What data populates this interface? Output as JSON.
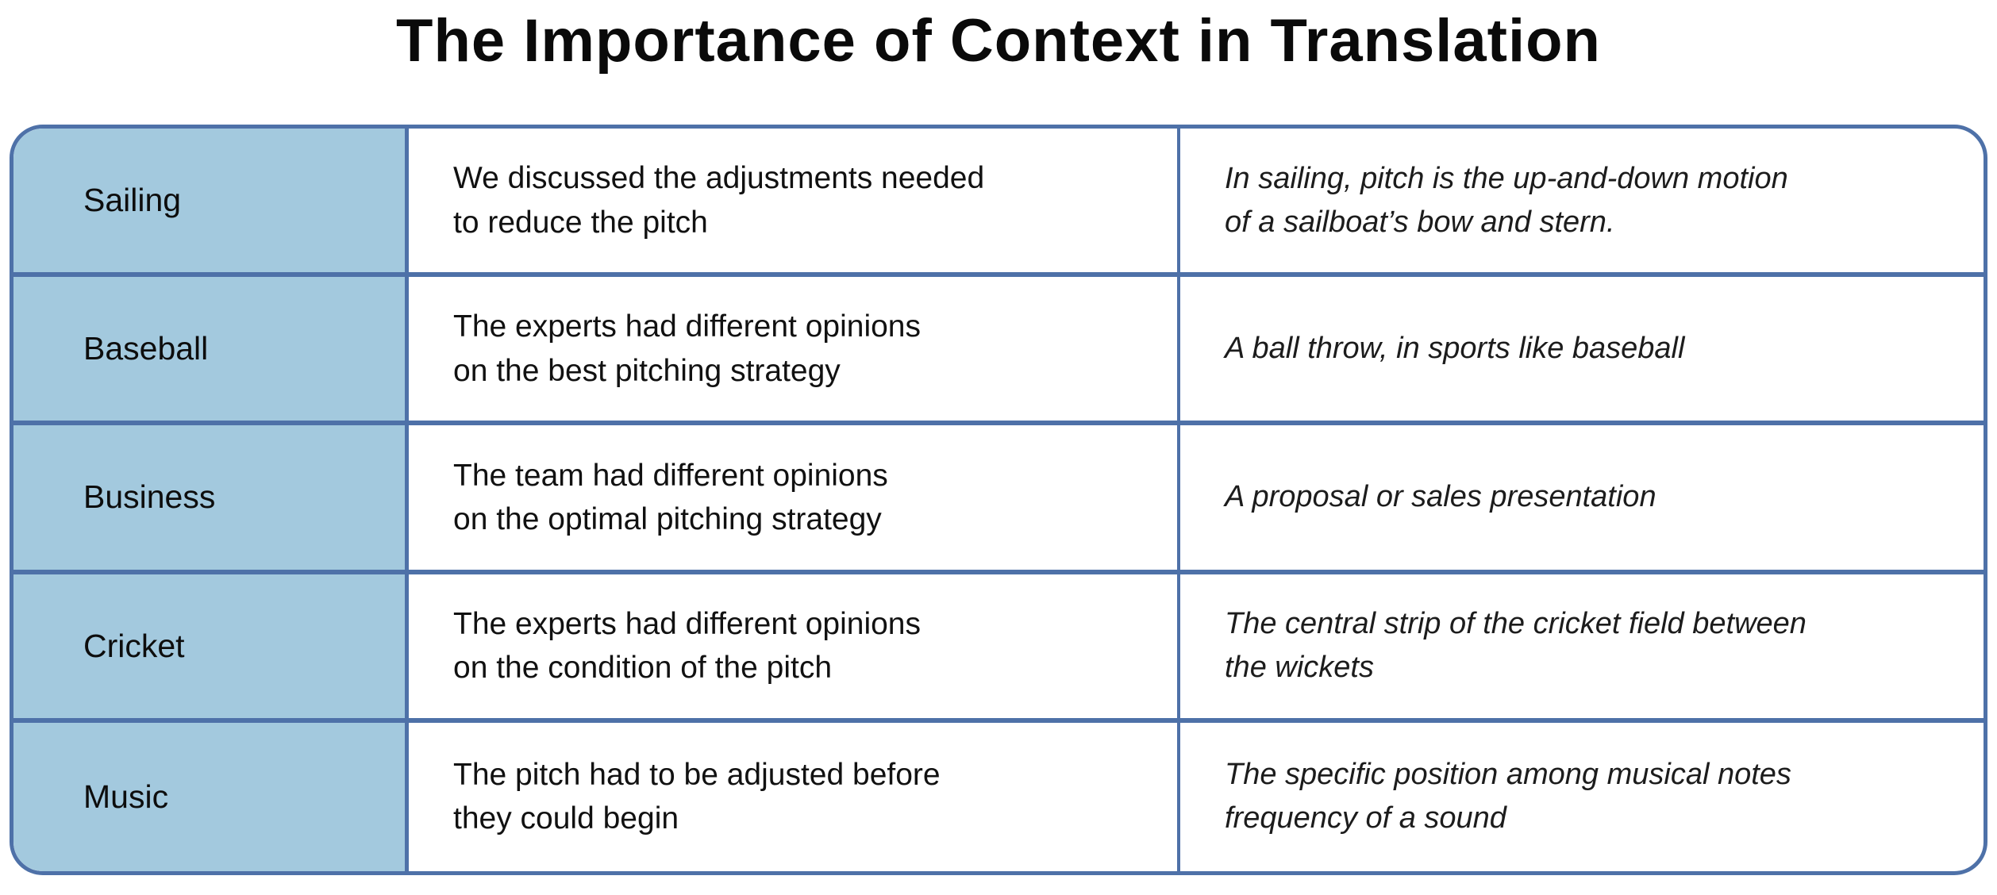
{
  "title": "The Importance of Context in Translation",
  "colors": {
    "cell_fill": "#A3C9DE",
    "border": "#4E71A8",
    "background": "#FFFFFF",
    "text": "#111111"
  },
  "table": {
    "rows": [
      {
        "category": "Sailing",
        "example": "We discussed the adjustments needed\nto reduce the pitch",
        "meaning": "In sailing, pitch is the up-and-down motion\nof a sailboat’s bow and stern."
      },
      {
        "category": "Baseball",
        "example": "The experts had different opinions\non the best pitching strategy",
        "meaning": "A ball throw, in sports like baseball"
      },
      {
        "category": "Business",
        "example": "The team had different opinions\non the optimal pitching strategy",
        "meaning": "A proposal or sales presentation"
      },
      {
        "category": "Cricket",
        "example": "The experts had different opinions\non the condition of the pitch",
        "meaning": "The central strip of the cricket field between\nthe wickets"
      },
      {
        "category": "Music",
        "example": "The pitch had to be adjusted before\nthey could begin",
        "meaning": "The specific position among musical notes\nfrequency of a sound"
      }
    ]
  },
  "chart_data": {
    "type": "table",
    "title": "The Importance of Context in Translation",
    "rows": [
      [
        "Sailing",
        "We discussed the adjustments needed to reduce the pitch",
        "In sailing, pitch is the up-and-down motion of a sailboat’s bow and stern."
      ],
      [
        "Baseball",
        "The experts had different opinions on the best pitching strategy",
        "A ball throw, in sports like baseball"
      ],
      [
        "Business",
        "The team had different opinions on the optimal pitching strategy",
        "A proposal or sales presentation"
      ],
      [
        "Cricket",
        "The experts had different opinions on the condition of the pitch",
        "The central strip of the cricket field between the wickets"
      ],
      [
        "Music",
        "The pitch had to be adjusted before they could begin",
        "The specific position among musical notes frequency of a sound"
      ]
    ],
    "layout": {
      "grid": "on",
      "header_row": false,
      "category_column_highlighted": true
    }
  }
}
